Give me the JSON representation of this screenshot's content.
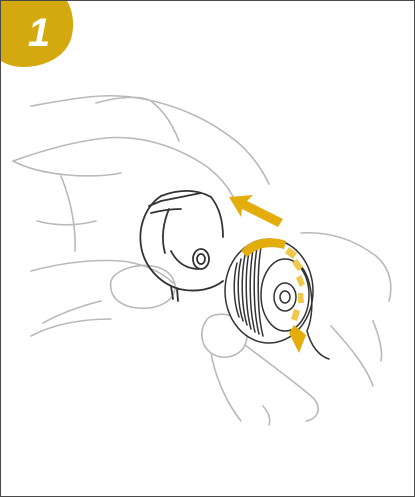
{
  "step": {
    "number": "1",
    "badge_color": "#d4a90f"
  },
  "colors": {
    "line_gray": "#b7b7b7",
    "dark_line": "#333333",
    "arrow_yellow": "#e3ad0c",
    "arrow_yellow_light": "#f0c84a"
  },
  "icons": {
    "badge": "step-number-badge",
    "arrow_up": "insert-direction-arrow",
    "arrow_curve": "rotation-arrow"
  }
}
